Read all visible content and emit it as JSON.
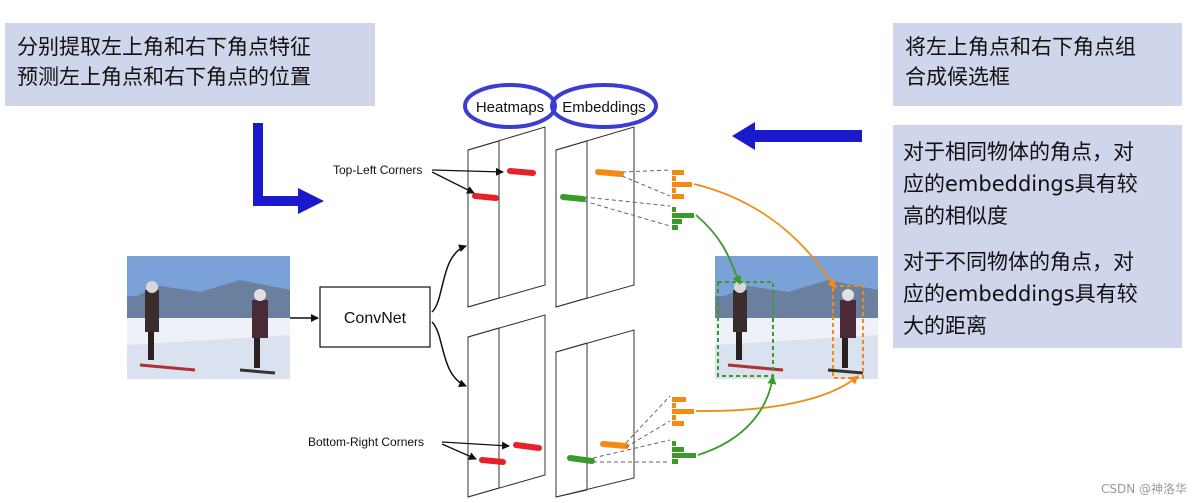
{
  "left_note": {
    "lines": [
      "分别提取左上角和右下角点特征",
      "预测左上角点和右下角点的位置"
    ]
  },
  "right_top_note": {
    "lines": [
      "将左上角点和右下角点组",
      "合成候选框"
    ]
  },
  "right_bottom_note": {
    "lines": [
      "对于相同物体的角点，对",
      "应的embeddings具有较",
      "高的相似度",
      "对于不同物体的角点，对",
      "应的embeddings具有较",
      "大的距离"
    ]
  },
  "diagram": {
    "heatmaps_label": "Heatmaps",
    "embeddings_label": "Embeddings",
    "convnet_label": "ConvNet",
    "top_left_label": "Top-Left Corners",
    "bottom_right_label": "Bottom-Right Corners"
  },
  "colors": {
    "note_bg": "#cfd5ea",
    "arrow_blue": "#1a1acc",
    "ellipse_blue": "#3c3cd0",
    "heatmap_red": "#e8202a",
    "embed_orange": "#f38a12",
    "embed_green": "#3a9a2a"
  },
  "watermark": "CSDN @神洛华"
}
